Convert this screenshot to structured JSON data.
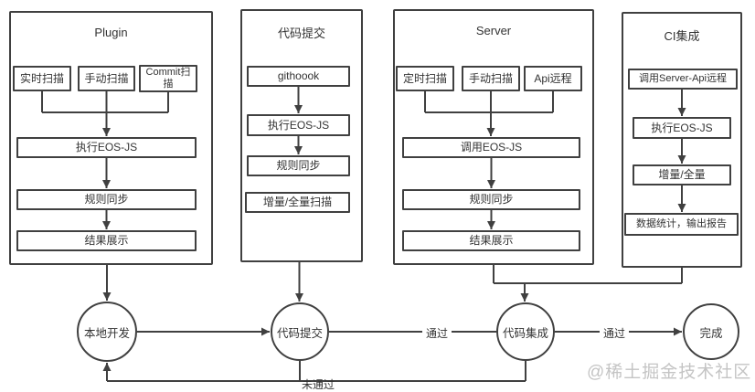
{
  "columns": {
    "plugin": {
      "title": "Plugin",
      "sources": [
        "实时扫描",
        "手动扫描",
        "Commit扫描"
      ],
      "steps": [
        "执行EOS-JS",
        "规则同步",
        "结果展示"
      ]
    },
    "commit": {
      "title": "代码提交",
      "steps": [
        "githoook",
        "执行EOS-JS",
        "规则同步",
        "增量/全量扫描"
      ]
    },
    "server": {
      "title": "Server",
      "sources": [
        "定时扫描",
        "手动扫描",
        "Api远程"
      ],
      "steps": [
        "调用EOS-JS",
        "规则同步",
        "结果展示"
      ]
    },
    "ci": {
      "title": "CI集成",
      "steps": [
        "调用Server-Api远程",
        "执行EOS-JS",
        "增量/全量",
        "数据统计，输出报告"
      ]
    }
  },
  "flow_nodes": {
    "local_dev": "本地开发",
    "code_commit": "代码提交",
    "code_integration": "代码集成",
    "done": "完成"
  },
  "edge_labels": {
    "pass_1": "通过",
    "pass_2": "通过",
    "fail": "未通过"
  },
  "watermark": "@稀土掘金技术社区",
  "colors": {
    "line": "#404040",
    "text": "#333333",
    "watermark": "#c4c4c4",
    "background": "#ffffff"
  }
}
